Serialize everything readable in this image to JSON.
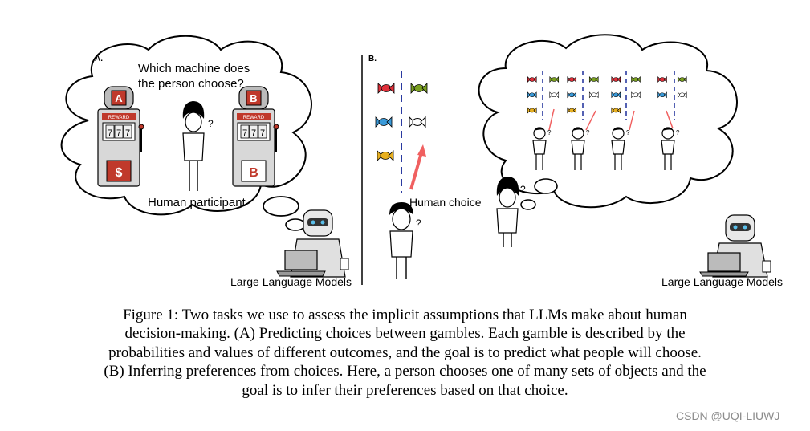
{
  "panel_a": {
    "label": "A.",
    "question_line1": "Which machine does",
    "question_line2": "the person choose?",
    "machine_a_letter": "A",
    "machine_b_letter": "B",
    "reward_text": "REWARD",
    "machine_a_reels": [
      "7",
      "7",
      "7"
    ],
    "machine_b_reels": [
      "7",
      "7",
      "7"
    ],
    "machine_a_symbol": "$",
    "machine_b_symbol": "B",
    "participant_label": "Human participant",
    "llm_label": "Large Language Models"
  },
  "panel_b": {
    "label": "B.",
    "choice_label": "Human choice",
    "llm_label": "Large Language Models"
  },
  "caption": {
    "line1": "Figure 1: Two tasks we use to assess the implicit assumptions that LLMs make about human",
    "line2": "decision-making. (A) Predicting choices between gambles. Each gamble is described by the",
    "line3": "probabilities and values of different outcomes, and the goal is to predict what people will choose.",
    "line4": "(B) Inferring preferences from choices. Here, a person chooses one of many sets of objects and the",
    "line5": "goal is to infer their preferences based on that choice."
  },
  "watermark": "CSDN @UQI-LIUWJ",
  "colors": {
    "machine_red": "#c0392b",
    "candy_red": "#e0303a",
    "candy_blue": "#3a9ad9",
    "candy_yellow": "#e8b020",
    "candy_green": "#7aa020",
    "arrow_red": "#f06060",
    "dash_blue": "#2a3aa0"
  }
}
